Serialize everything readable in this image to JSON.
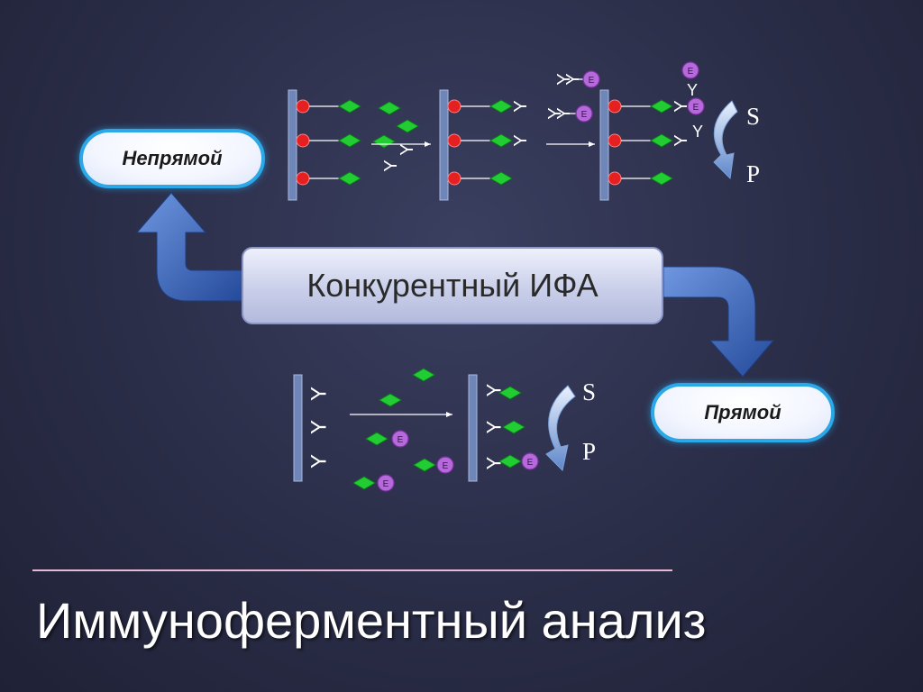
{
  "center_label": "Конкурентный ИФА",
  "indirect_label": "Непрямой",
  "direct_label": "Прямой",
  "substrate_label": "S",
  "product_label": "P",
  "enzyme_label": "E",
  "antibody_glyph": "Y",
  "title": "Иммуноферментный анализ",
  "colors": {
    "background": "#2a2d47",
    "plate": "#6f86b8",
    "antigen": "#22cc33",
    "red_dot": "#e62020",
    "enzyme": "#b46ad8",
    "arrow": "#3b68b8",
    "pill_border": "#2aa8e8",
    "divider": "#e7b8d8"
  }
}
